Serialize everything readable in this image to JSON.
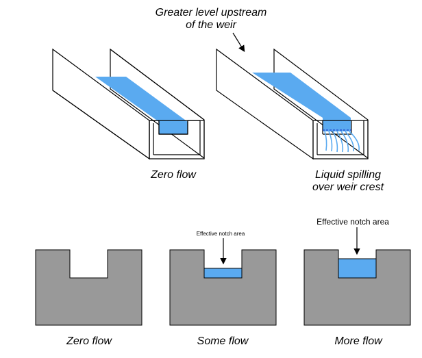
{
  "top_annotation": {
    "line1": "Greater level upstream",
    "line2": "of the weir"
  },
  "weir_3d_left": {
    "caption": "Zero flow"
  },
  "weir_3d_right": {
    "caption_line1": "Liquid spilling",
    "caption_line2": "over weir crest"
  },
  "notches": [
    {
      "caption": "Zero flow",
      "annotation": ""
    },
    {
      "caption": "Some flow",
      "annotation": "Effective notch area"
    },
    {
      "caption": "More flow",
      "annotation": "Effective notch area"
    }
  ],
  "colors": {
    "liquid": "#5aaaf0",
    "weir_plate": "#999999",
    "outline": "#000000",
    "background": "#ffffff"
  }
}
